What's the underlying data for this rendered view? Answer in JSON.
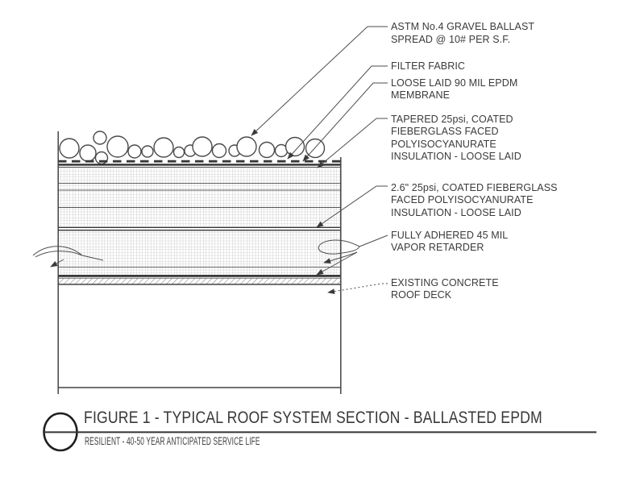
{
  "figure": {
    "title": "FIGURE 1 - TYPICAL ROOF SYSTEM SECTION - BALLASTED EPDM",
    "subtitle": "RESILIENT - 40-50 YEAR ANTICIPATED SERVICE LIFE"
  },
  "callouts": [
    {
      "name": "gravel-ballast",
      "lines": [
        "ASTM No.4 GRAVEL BALLAST",
        "SPREAD @ 10# PER S.F."
      ]
    },
    {
      "name": "filter-fabric",
      "lines": [
        "FILTER FABRIC"
      ]
    },
    {
      "name": "epdm-membrane",
      "lines": [
        "LOOSE LAID 90 MIL EPDM",
        "MEMBRANE"
      ]
    },
    {
      "name": "tapered-insulation",
      "lines": [
        "TAPERED 25psi, COATED",
        "FIEBERGLASS FACED",
        "POLYISOCYANURATE",
        "INSULATION - LOOSE LAID"
      ]
    },
    {
      "name": "flat-insulation",
      "lines": [
        "2.6\" 25psi, COATED FIEBERGLASS",
        "FACED POLYISOCYANURATE",
        "INSULATION - LOOSE LAID"
      ]
    },
    {
      "name": "vapor-retarder",
      "lines": [
        "FULLY ADHERED 45 MIL",
        "VAPOR RETARDER"
      ]
    },
    {
      "name": "roof-deck",
      "lines": [
        "EXISTING CONCRETE",
        "ROOF DECK"
      ]
    }
  ],
  "colors": {
    "ink": "#3a3a3a",
    "hatch": "#a8a8a8",
    "background": "#ffffff"
  }
}
